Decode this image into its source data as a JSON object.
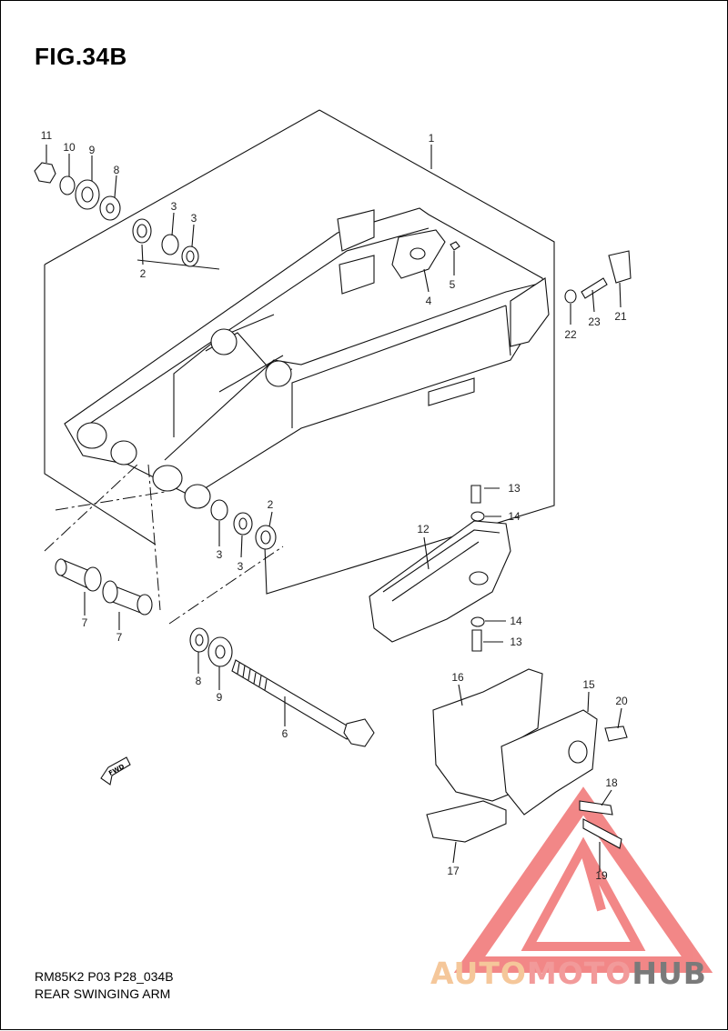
{
  "figure": {
    "title": "FIG.34B",
    "model_code": "RM85K2 P03 P28_034B",
    "section_title": "REAR SWINGING ARM"
  },
  "direction_label": "FWD",
  "watermark": {
    "part1": "AUTO",
    "part2": "MOTO",
    "part3": "HUB",
    "colors": {
      "auto": "#f5c79a",
      "moto": "#f29a9a",
      "hub": "#7a7a7a",
      "triangle": "#ef6a6a"
    }
  },
  "callouts": [
    "11",
    "10",
    "9",
    "8",
    "1",
    "3",
    "3",
    "2",
    "4",
    "5",
    "22",
    "23",
    "21",
    "2",
    "3",
    "3",
    "13",
    "14",
    "12",
    "14",
    "13",
    "7",
    "7",
    "8",
    "9",
    "6",
    "16",
    "15",
    "20",
    "18",
    "17",
    "19"
  ]
}
